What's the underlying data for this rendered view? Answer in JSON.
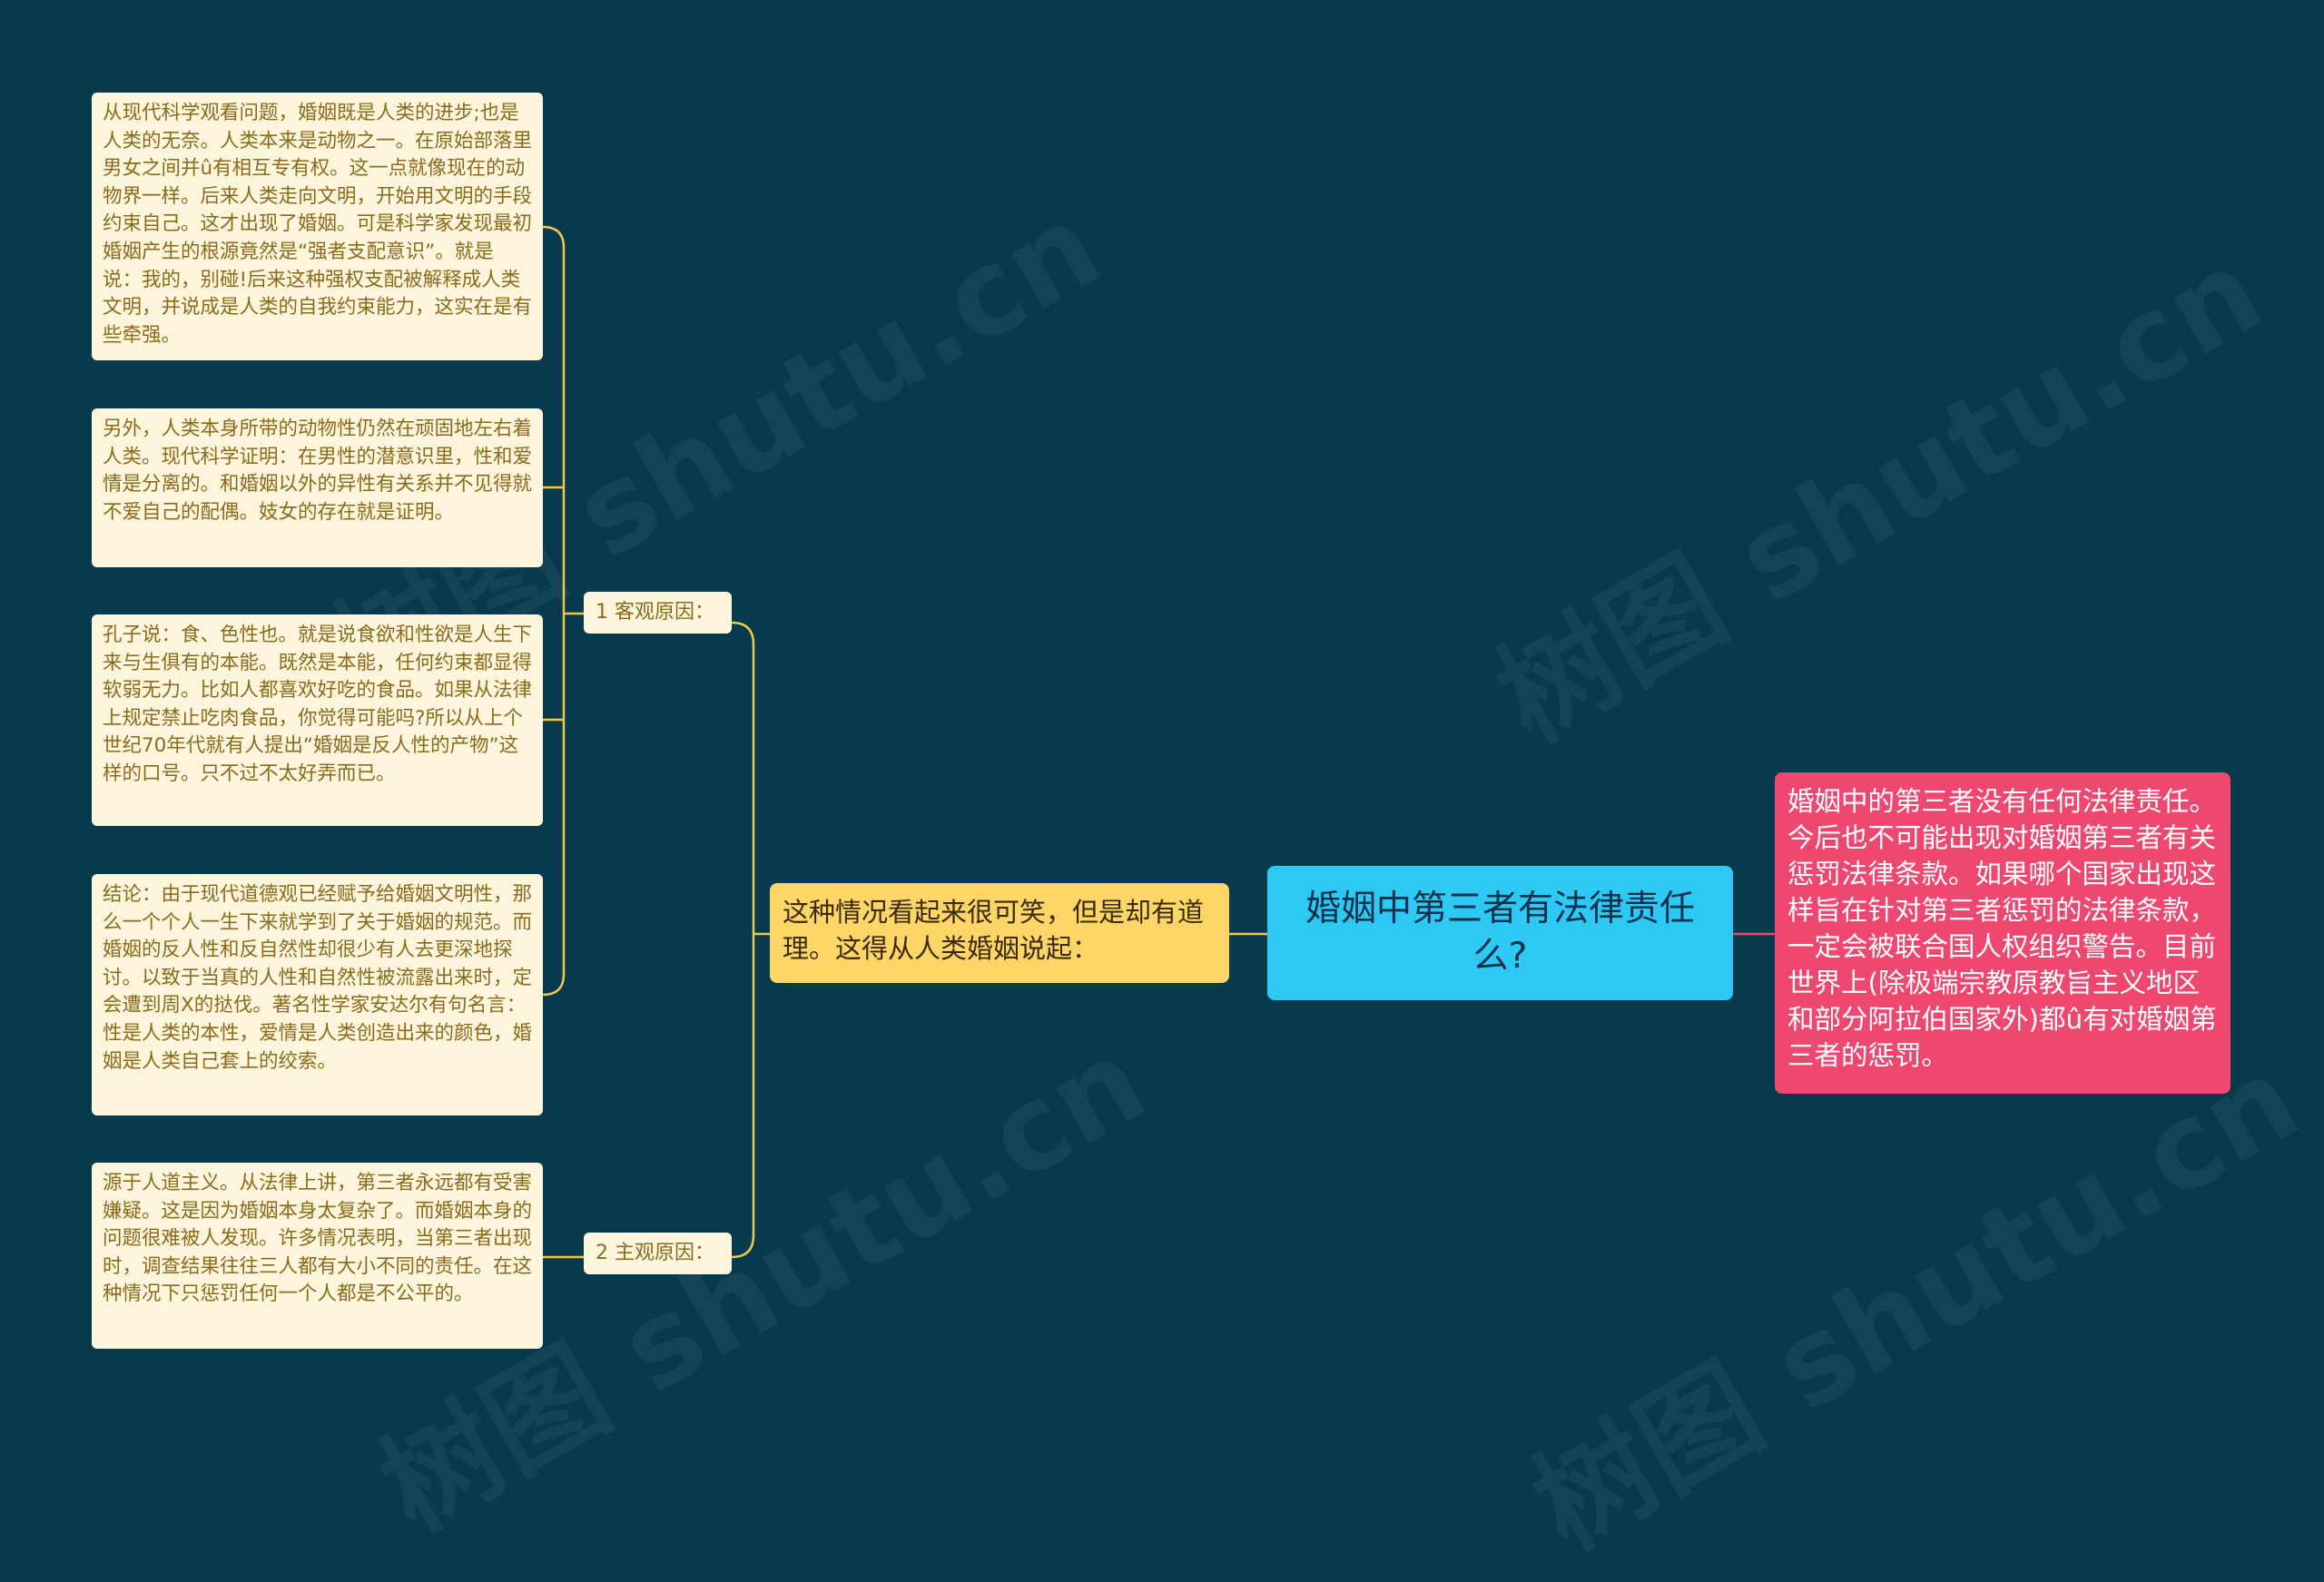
{
  "mindmap": {
    "root": "婚姻中第三者有法律责任么?",
    "right_node": "婚姻中的第三者没有任何法律责任。今后也不可能出现对婚姻第三者有关惩罚法律条款。如果哪个国家出现这样旨在针对第三者惩罚的法律条款，一定会被联合国人权组织警告。目前世界上(除极端宗教原教旨主义地区和部分阿拉伯国家外)都û有对婚姻第三者的惩罚。",
    "branch": "这种情况看起来很可笑，但是却有道理。这得从人类婚姻说起：",
    "sub1": {
      "label": "1 客观原因：",
      "items": [
        "从现代科学观看问题，婚姻既是人类的进步;也是人类的无奈。人类本来是动物之一。在原始部落里男女之间并û有相互专有权。这一点就像现在的动物界一样。后来人类走向文明，开始用文明的手段约束自己。这才出现了婚姻。可是科学家发现最初婚姻产生的根源竟然是“强者支配意识”。就是说：我的，别碰!后来这种强权支配被解释成人类文明，并说成是人类的自我约束能力，这实在是有些牵强。",
        "另外，人类本身所带的动物性仍然在顽固地左右着人类。现代科学证明：在男性的潜意识里，性和爱情是分离的。和婚姻以外的异性有关系并不见得就不爱自己的配偶。妓女的存在就是证明。",
        "孔子说：食、色性也。就是说食欲和性欲是人生下来与生俱有的本能。既然是本能，任何约束都显得软弱无力。比如人都喜欢好吃的食品。如果从法律上规定禁止吃肉食品，你觉得可能吗?所以从上个世纪70年代就有人提出“婚姻是反人性的产物”这样的口号。只不过不太好弄而已。",
        "结论：由于现代道德观已经赋予给婚姻文明性，那么一个个人一生下来就学到了关于婚姻的规范。而婚姻的反人性和反自然性却很少有人去更深地探讨。以致于当真的人性和自然性被流露出来时，定会遭到周X的挞伐。著名性学家安达尔有句名言：性是人类的本性，爱情是人类创造出来的颜色，婚姻是人类自己套上的绞索。"
      ]
    },
    "sub2": {
      "label": "2 主观原因：",
      "items": [
        "源于人道主义。从法律上讲，第三者永远都有受害嫌疑。这是因为婚姻本身太复杂了。而婚姻本身的问题很难被人发现。许多情况表明，当第三者出现时，调查结果往往三人都有大小不同的责任。在这种情况下只惩罚任何一个人都是不公平的。"
      ]
    }
  },
  "watermarks": [
    "树图 shutu.cn",
    "树图 shutu.cn",
    "树图 shutu.cn",
    "树图 shutu.cn"
  ],
  "colors": {
    "background": "#073a4d",
    "root": "#2ec8f4",
    "right_node": "#ee4870",
    "branch": "#fdd667",
    "leaf": "#fdf6dd",
    "connector_left": "#f0c84c",
    "connector_right": "#ee4870"
  }
}
